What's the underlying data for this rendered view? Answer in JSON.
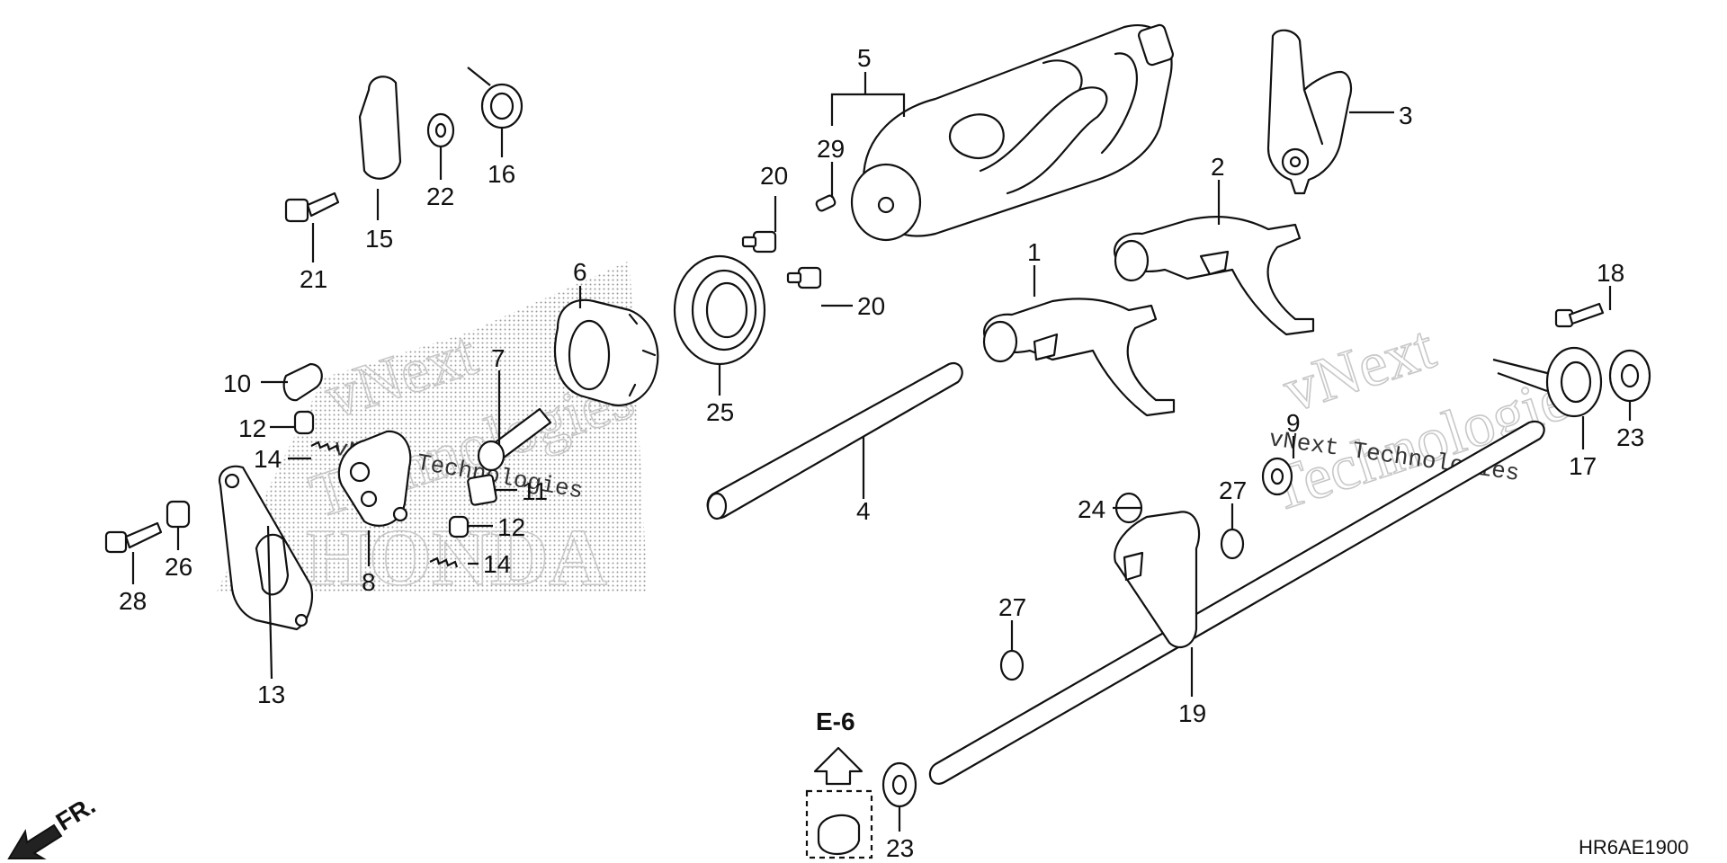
{
  "diagram": {
    "code": "HR6AE1900",
    "ref_arrow": "E-6",
    "direction_label": "FR.",
    "watermark_brand": "vNext",
    "watermark_company": "vNext Technologies",
    "watermark_company_alt": "Technologies",
    "watermark_logo": "HONDA",
    "callouts": [
      {
        "id": "c1",
        "label": "1"
      },
      {
        "id": "c2",
        "label": "2"
      },
      {
        "id": "c3",
        "label": "3"
      },
      {
        "id": "c4",
        "label": "4"
      },
      {
        "id": "c5",
        "label": "5"
      },
      {
        "id": "c6",
        "label": "6"
      },
      {
        "id": "c7",
        "label": "7"
      },
      {
        "id": "c8",
        "label": "8"
      },
      {
        "id": "c9",
        "label": "9"
      },
      {
        "id": "c10",
        "label": "10"
      },
      {
        "id": "c11",
        "label": "11"
      },
      {
        "id": "c12a",
        "label": "12"
      },
      {
        "id": "c12b",
        "label": "12"
      },
      {
        "id": "c13",
        "label": "13"
      },
      {
        "id": "c14a",
        "label": "14"
      },
      {
        "id": "c14b",
        "label": "14"
      },
      {
        "id": "c15",
        "label": "15"
      },
      {
        "id": "c16",
        "label": "16"
      },
      {
        "id": "c17",
        "label": "17"
      },
      {
        "id": "c18",
        "label": "18"
      },
      {
        "id": "c19",
        "label": "19"
      },
      {
        "id": "c20a",
        "label": "20"
      },
      {
        "id": "c20b",
        "label": "20"
      },
      {
        "id": "c21",
        "label": "21"
      },
      {
        "id": "c22",
        "label": "22"
      },
      {
        "id": "c23a",
        "label": "23"
      },
      {
        "id": "c23b",
        "label": "23"
      },
      {
        "id": "c24",
        "label": "24"
      },
      {
        "id": "c25",
        "label": "25"
      },
      {
        "id": "c26",
        "label": "26"
      },
      {
        "id": "c27a",
        "label": "27"
      },
      {
        "id": "c27b",
        "label": "27"
      },
      {
        "id": "c28",
        "label": "28"
      },
      {
        "id": "c29",
        "label": "29"
      }
    ]
  }
}
